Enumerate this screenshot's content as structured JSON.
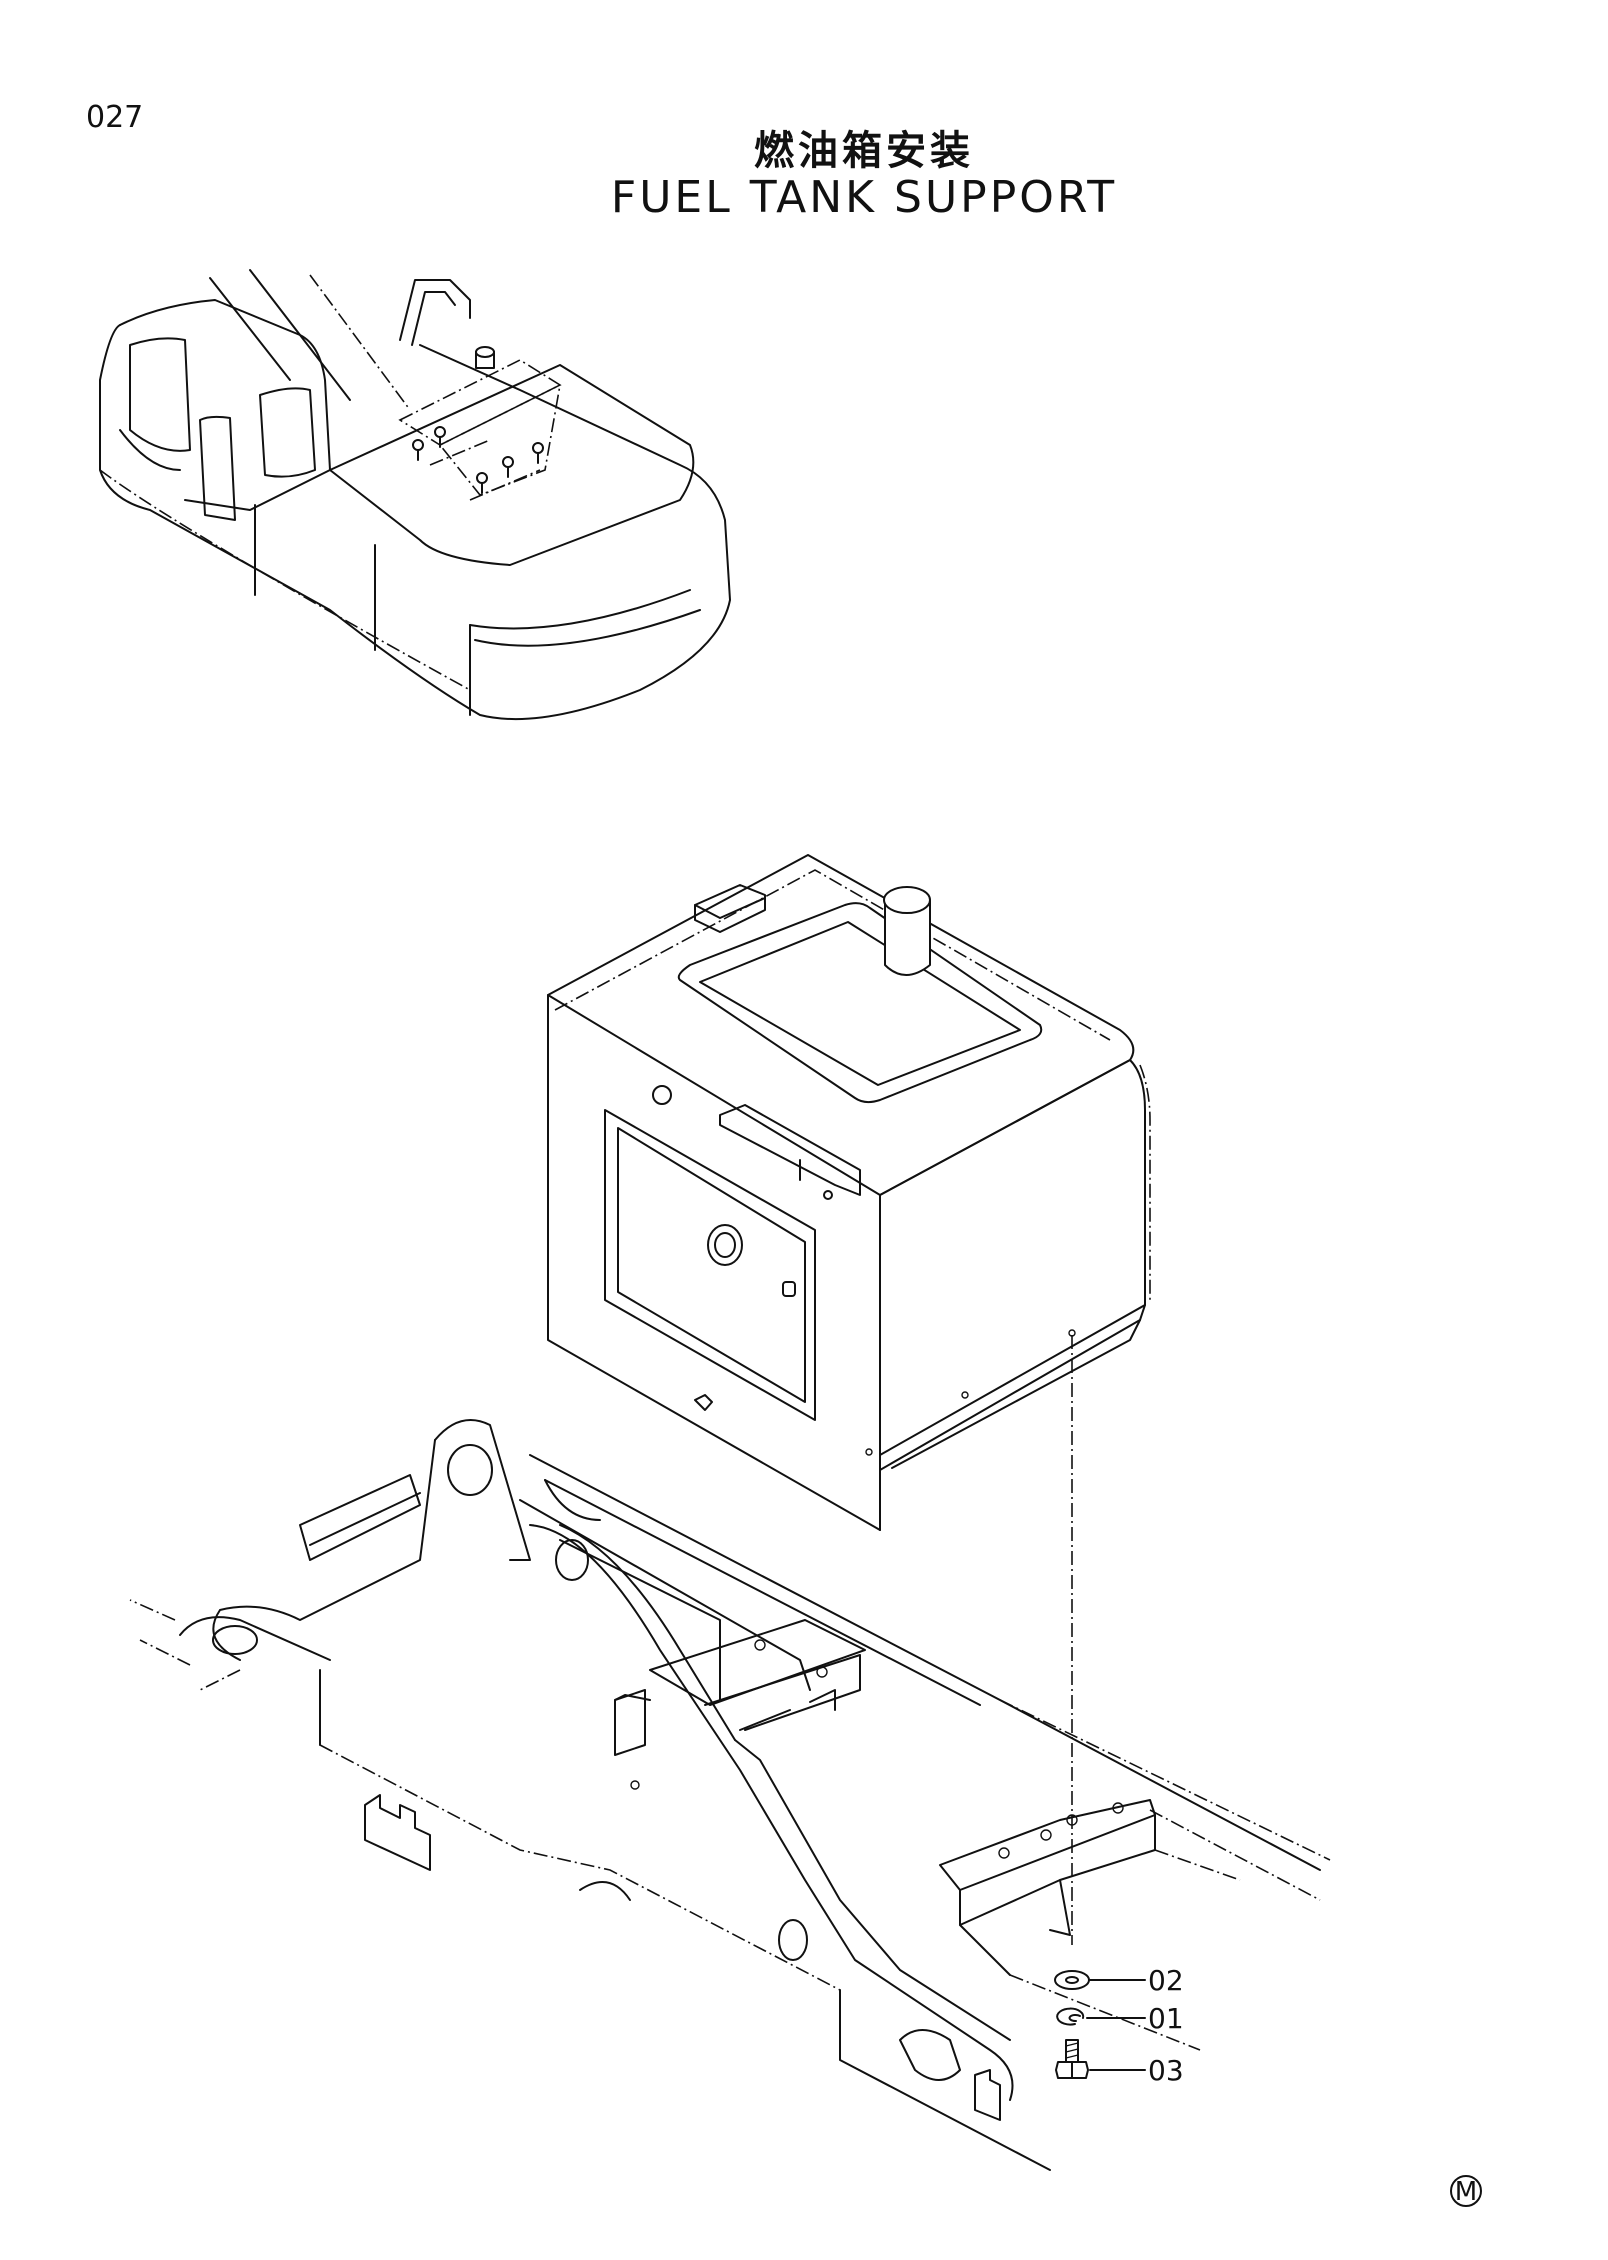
{
  "page": {
    "number": "027",
    "title_cn": "燃油箱安装",
    "title_en": "FUEL TANK SUPPORT"
  },
  "callouts": [
    {
      "id": "02",
      "label": "02",
      "part": "washer-icon"
    },
    {
      "id": "01",
      "label": "01",
      "part": "spring-washer-icon"
    },
    {
      "id": "03",
      "label": "03",
      "part": "bolt-icon"
    }
  ],
  "footer": {
    "mark": "M"
  }
}
